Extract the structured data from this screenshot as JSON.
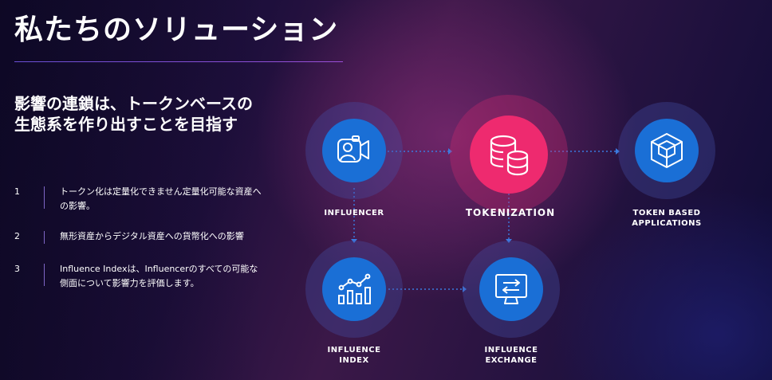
{
  "heading": "私たちのソリューション",
  "subtitle": "影響の連鎖は、トークンベースの生態系を作り出すことを目指す",
  "points": [
    {
      "num": "1",
      "text": "トークン化は定量化できません定量化可能な資産への影響。"
    },
    {
      "num": "2",
      "text": "無形資産からデジタル資産への貨幣化への影響"
    },
    {
      "num": "3",
      "text": "Influence Indexは、Influencerのすべての可能な側面について影響力を評価します。"
    }
  ],
  "diagram": {
    "influencer": {
      "label": "INFLUENCER",
      "icon": "influencer-camera-icon"
    },
    "tokenization": {
      "label": "TOKENIZATION",
      "icon": "coin-stack-icon"
    },
    "token_apps": {
      "label_line1": "TOKEN BASED",
      "label_line2": "APPLICATIONS",
      "icon": "cube-icon"
    },
    "influence_index": {
      "label_line1": "INFLUENCE",
      "label_line2": "INDEX",
      "icon": "bar-chart-icon"
    },
    "influence_exchange": {
      "label_line1": "INFLUENCE",
      "label_line2": "EXCHANGE",
      "icon": "exchange-monitor-icon"
    }
  },
  "colors": {
    "node_blue": "#1a6fd6",
    "node_pink": "#ee2a6f",
    "connector": "#3b7be0",
    "accent_rule": "#6a4fd6"
  }
}
